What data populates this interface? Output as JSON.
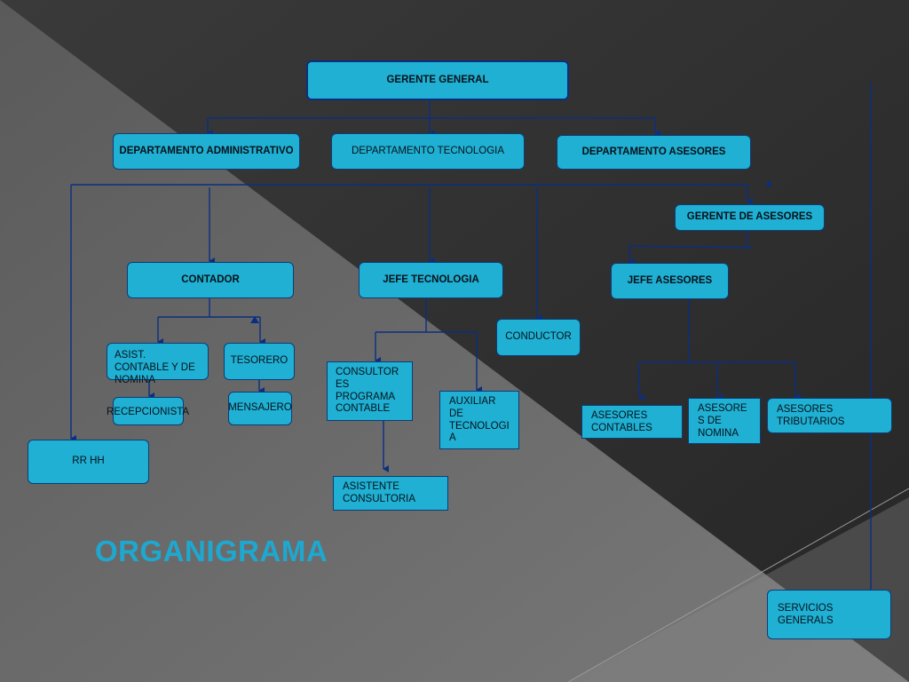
{
  "slide": {
    "title": "ORGANIGRAMA",
    "colors": {
      "node_fill": "#1fb0d3",
      "node_border": "#0b3d78",
      "connector": "#0b2f80",
      "title": "#1ea8d0"
    }
  },
  "chart": {
    "gerente_general": "GERENTE GENERAL",
    "dept_administrativo": "DEPARTAMENTO ADMINISTRATIVO",
    "dept_tecnologia": "DEPARTAMENTO TECNOLOGIA",
    "dept_asesores": "DEPARTAMENTO ASESORES",
    "gerente_asesores": "GERENTE DE ASESORES",
    "contador": "CONTADOR",
    "jefe_tecnologia": "JEFE TECNOLOGIA",
    "jefe_asesores": "JEFE  ASESORES",
    "conductor": "CONDUCTOR",
    "asist_contable": "ASIST. CONTABLE Y DE NOMINA",
    "tesorero": "TESORERO",
    "recepcionista": "RECEPCIONISTA",
    "mensajero": "MENSAJERO",
    "consultores": "CONSULTOR\nES\nPROGRAMA\nCONTABLE",
    "auxiliar_tecnologia": "AUXILIAR\nDE\nTECNOLOGI\nA",
    "asistente_consultoria": "ASISTENTE\nCONSULTORIA",
    "asesores_contables": "ASESORES\nCONTABLES",
    "asesores_nomina": "ASESORE\nS DE\nNOMINA",
    "asesores_tributarios": "ASESORES\nTRIBUTARIOS",
    "rr_hh": "RR HH",
    "servicios_generales": "SERVICIOS\nGENERALS"
  }
}
